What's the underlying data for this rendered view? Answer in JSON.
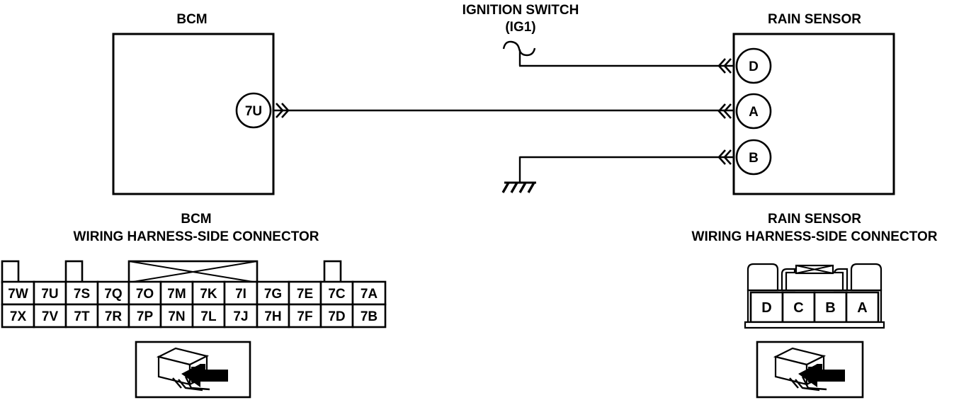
{
  "diagram": {
    "type": "automotive-wiring-diagram",
    "background_color": "#ffffff",
    "line_color": "#000000"
  },
  "components": {
    "bcm": {
      "title": "BCM",
      "terminal": {
        "id": "7U",
        "label": "7U"
      }
    },
    "ignition_switch": {
      "title": "IGNITION SWITCH",
      "subtitle": "(IG1)"
    },
    "rain_sensor": {
      "title": "RAIN SENSOR",
      "terminals": [
        {
          "id": "D",
          "label": "D"
        },
        {
          "id": "A",
          "label": "A"
        },
        {
          "id": "B",
          "label": "B"
        }
      ]
    },
    "ground": {
      "label": ""
    }
  },
  "connectors": {
    "bcm_connector": {
      "caption_line1": "BCM",
      "caption_line2": "WIRING HARNESS-SIDE CONNECTOR",
      "top_row": [
        "7W",
        "7U",
        "7S",
        "7Q",
        "7O",
        "7M",
        "7K",
        "7I",
        "7G",
        "7E",
        "7C",
        "7A"
      ],
      "bottom_row": [
        "7X",
        "7V",
        "7T",
        "7R",
        "7P",
        "7N",
        "7L",
        "7J",
        "7H",
        "7F",
        "7D",
        "7B"
      ],
      "tab_columns": [
        0,
        2,
        10
      ],
      "crossed_span": {
        "from": 4,
        "to": 7
      },
      "icon": "connector-insertion-icon"
    },
    "rain_sensor_connector": {
      "caption_line1": "RAIN SENSOR",
      "caption_line2": "WIRING HARNESS-SIDE CONNECTOR",
      "cells": [
        "D",
        "C",
        "B",
        "A"
      ],
      "icon": "connector-insertion-icon"
    }
  },
  "wires": [
    {
      "name": "ignition-to-rain-sensor-D",
      "from": "IGNITION SWITCH (IG1)",
      "to": "D"
    },
    {
      "name": "bcm-7U-to-rain-sensor-A",
      "from": "7U",
      "to": "A"
    },
    {
      "name": "rain-sensor-B-to-ground",
      "from": "B",
      "to": "GROUND"
    }
  ]
}
